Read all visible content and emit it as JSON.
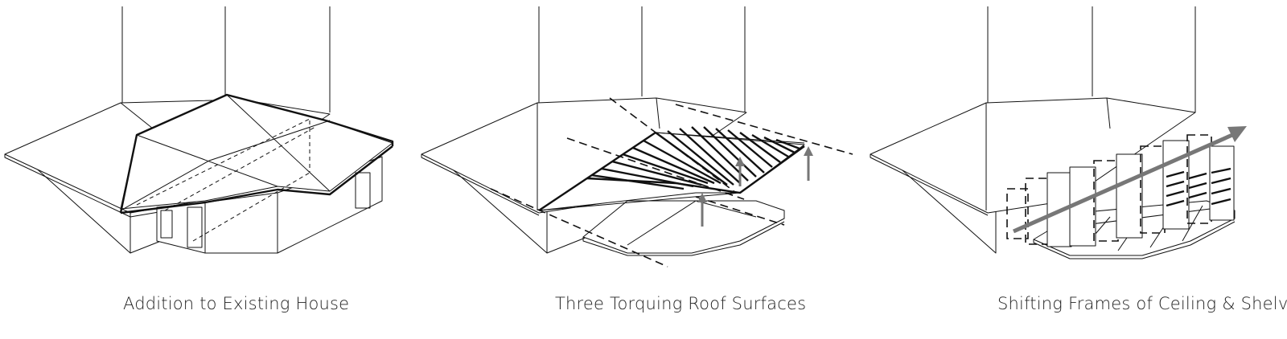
{
  "panels": [
    {
      "caption": "Addition to Existing House"
    },
    {
      "caption": "Three Torquing Roof Surfaces"
    },
    {
      "caption": "Shifting Frames of Ceiling & Shelving"
    }
  ],
  "colors": {
    "line": "#111111",
    "arrow": "#777777",
    "background": "#ffffff"
  }
}
